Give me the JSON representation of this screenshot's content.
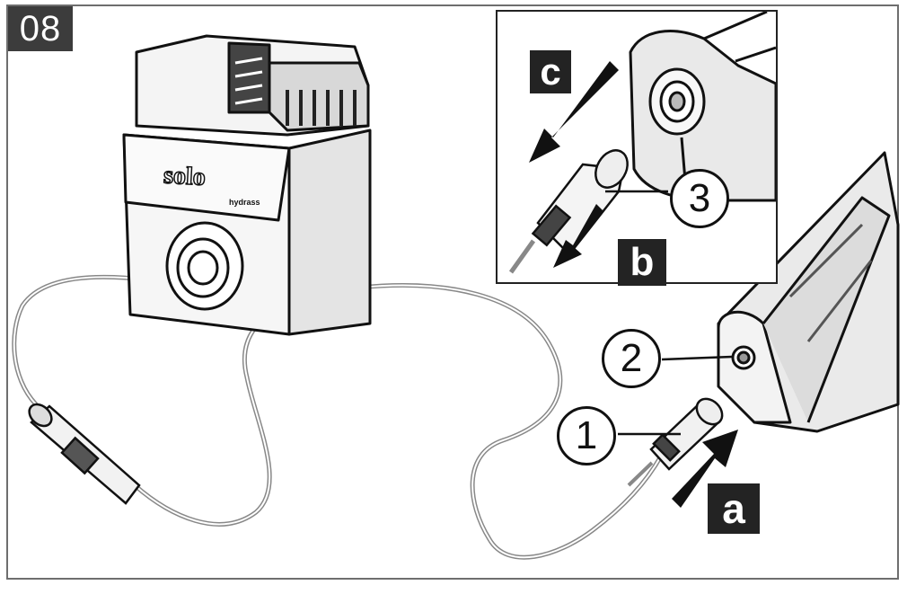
{
  "step": {
    "number": "08"
  },
  "labels": {
    "a": "a",
    "b": "b",
    "c": "c"
  },
  "callouts": {
    "one": "1",
    "two": "2",
    "three": "3"
  },
  "device": {
    "brand": "solo",
    "subbrand": "hydrass"
  }
}
